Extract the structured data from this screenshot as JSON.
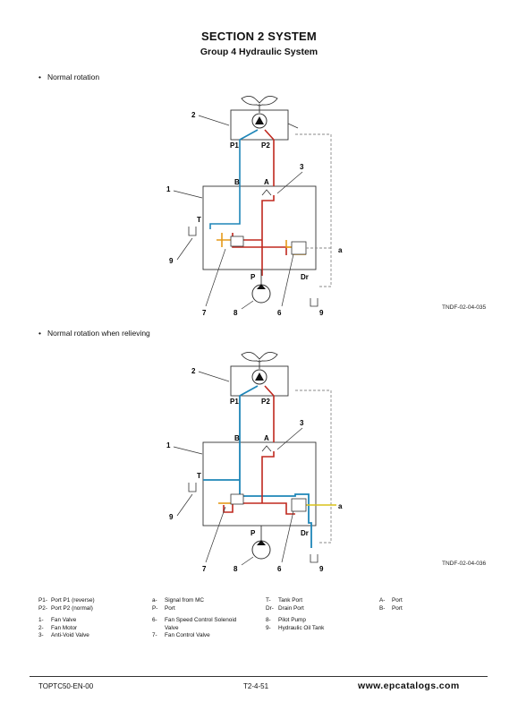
{
  "header": {
    "section": "SECTION 2 SYSTEM",
    "group": "Group 4 Hydraulic System"
  },
  "diagrams": [
    {
      "caption": "Normal rotation",
      "figure_id": "TNDF-02-04-035",
      "labels": {
        "n1": "1",
        "n2": "2",
        "n3": "3",
        "n6": "6",
        "n7": "7",
        "n8": "8",
        "n9a": "9",
        "n9b": "9",
        "p1": "P1",
        "p2": "P2",
        "b": "B",
        "a": "A",
        "t": "T",
        "p": "P",
        "dr": "Dr",
        "sig": "a"
      }
    },
    {
      "caption": "Normal rotation when relieving",
      "figure_id": "TNDF-02-04-036",
      "labels": {
        "n1": "1",
        "n2": "2",
        "n3": "3",
        "n6": "6",
        "n7": "7",
        "n8": "8",
        "n9a": "9",
        "n9b": "9",
        "p1": "P1",
        "p2": "P2",
        "b": "B",
        "a": "A",
        "t": "T",
        "p": "P",
        "dr": "Dr",
        "sig": "a"
      }
    }
  ],
  "legend": {
    "ports": [
      [
        "P1-",
        "Port P1 (reverse)"
      ],
      [
        "P2-",
        "Port P2 (normal)"
      ],
      [
        "a-",
        "Signal from MC"
      ],
      [
        "P-",
        "Port"
      ],
      [
        "T-",
        "Tank Port"
      ],
      [
        "Dr-",
        "Drain Port"
      ],
      [
        "A-",
        "Port"
      ],
      [
        "B-",
        "Port"
      ]
    ],
    "parts": [
      [
        "1-",
        "Fan Valve"
      ],
      [
        "2-",
        "Fan Motor"
      ],
      [
        "3-",
        "Anti-Void Valve"
      ],
      [
        "6-",
        "Fan Speed Control Solenoid"
      ],
      [
        "",
        "Valve"
      ],
      [
        "7-",
        "Fan Control Valve"
      ],
      [
        "8-",
        "Pilot Pump"
      ],
      [
        "9-",
        "Hydraulic Oil Tank"
      ]
    ]
  },
  "footer": {
    "doc_code": "TOPTC50-EN-00",
    "page": "T2-4-51",
    "watermark": "www.epcatalogs.com"
  },
  "colors": {
    "pressure": "#c0281e",
    "return": "#1f86b8",
    "pilot": "#e59a1a",
    "signal": "#d9c21a",
    "outline": "#333333",
    "dashed": "#8a8a8a"
  }
}
